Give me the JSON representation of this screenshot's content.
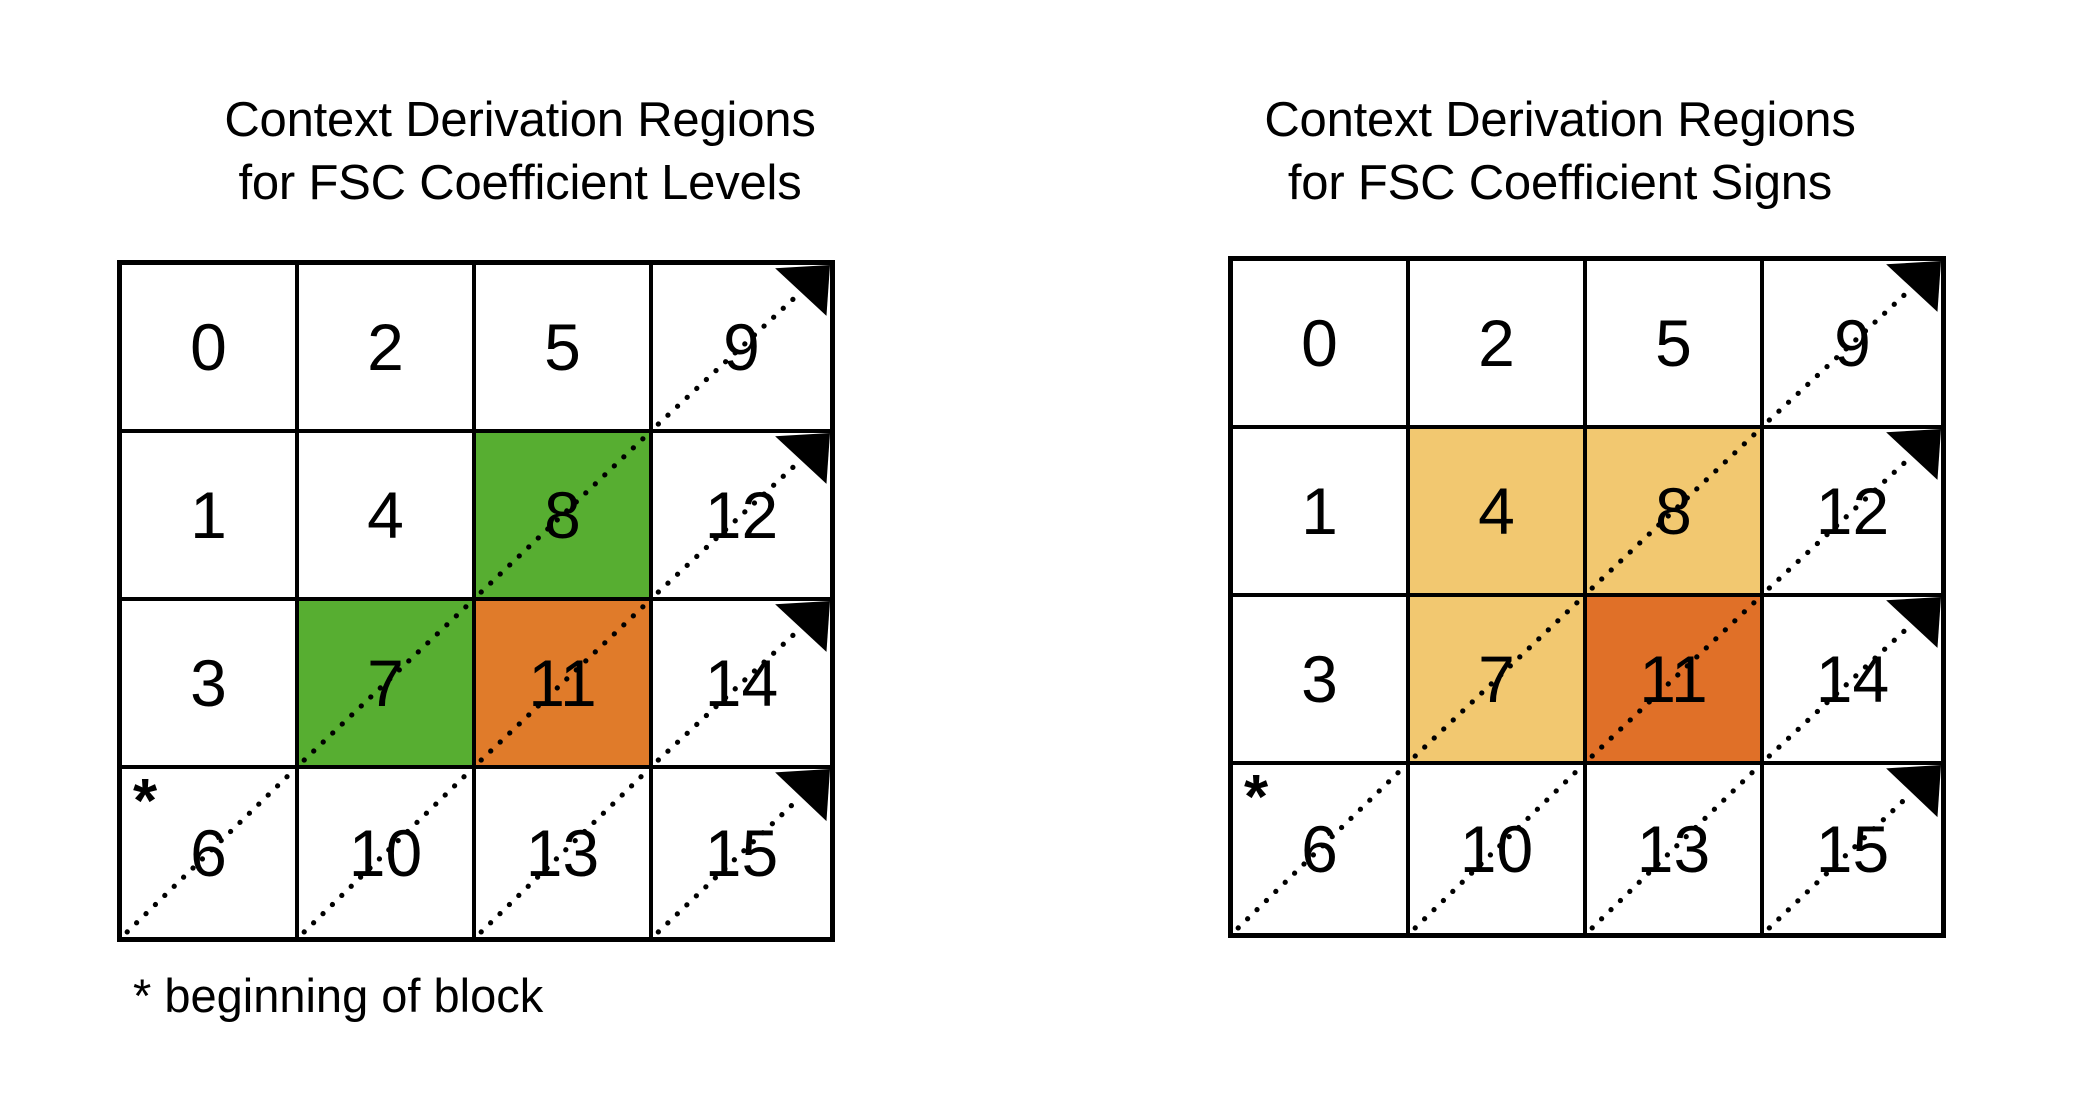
{
  "figure": {
    "background": "#ffffff",
    "grid_line_color": "#000000",
    "colors": {
      "green": "#57AE31",
      "orange": "#E07B2A",
      "tan": "#F2C870",
      "dark_orange": "#E07028",
      "white": "#FFFFFF",
      "text": "#000000"
    }
  },
  "panels": [
    {
      "id": "levels",
      "title": "Context Derivation Regions\nfor FSC Coefficient Levels",
      "title_line1": "Context Derivation Regions",
      "title_line2": "for FSC Coefficient Levels",
      "grid": {
        "rows": 4,
        "cols": 4,
        "cells": [
          {
            "index": 0,
            "label": "0",
            "row": 0,
            "col": 0,
            "fill": "#FFFFFF",
            "diagonal": false,
            "arrow": false,
            "star": false
          },
          {
            "index": 2,
            "label": "2",
            "row": 0,
            "col": 1,
            "fill": "#FFFFFF",
            "diagonal": false,
            "arrow": false,
            "star": false
          },
          {
            "index": 5,
            "label": "5",
            "row": 0,
            "col": 2,
            "fill": "#FFFFFF",
            "diagonal": false,
            "arrow": false,
            "star": false
          },
          {
            "index": 9,
            "label": "9",
            "row": 0,
            "col": 3,
            "fill": "#FFFFFF",
            "diagonal": true,
            "arrow": true,
            "star": false
          },
          {
            "index": 1,
            "label": "1",
            "row": 1,
            "col": 0,
            "fill": "#FFFFFF",
            "diagonal": false,
            "arrow": false,
            "star": false
          },
          {
            "index": 4,
            "label": "4",
            "row": 1,
            "col": 1,
            "fill": "#FFFFFF",
            "diagonal": false,
            "arrow": false,
            "star": false
          },
          {
            "index": 8,
            "label": "8",
            "row": 1,
            "col": 2,
            "fill": "#57AE31",
            "diagonal": true,
            "arrow": false,
            "star": false
          },
          {
            "index": 12,
            "label": "12",
            "row": 1,
            "col": 3,
            "fill": "#FFFFFF",
            "diagonal": true,
            "arrow": true,
            "star": false
          },
          {
            "index": 3,
            "label": "3",
            "row": 2,
            "col": 0,
            "fill": "#FFFFFF",
            "diagonal": false,
            "arrow": false,
            "star": false
          },
          {
            "index": 7,
            "label": "7",
            "row": 2,
            "col": 1,
            "fill": "#57AE31",
            "diagonal": true,
            "arrow": false,
            "star": false
          },
          {
            "index": 11,
            "label": "11",
            "row": 2,
            "col": 2,
            "fill": "#E07B2A",
            "diagonal": true,
            "arrow": false,
            "star": false
          },
          {
            "index": 14,
            "label": "14",
            "row": 2,
            "col": 3,
            "fill": "#FFFFFF",
            "diagonal": true,
            "arrow": true,
            "star": false
          },
          {
            "index": 6,
            "label": "6",
            "row": 3,
            "col": 0,
            "fill": "#FFFFFF",
            "diagonal": true,
            "arrow": false,
            "star": true
          },
          {
            "index": 10,
            "label": "10",
            "row": 3,
            "col": 1,
            "fill": "#FFFFFF",
            "diagonal": true,
            "arrow": false,
            "star": false
          },
          {
            "index": 13,
            "label": "13",
            "row": 3,
            "col": 2,
            "fill": "#FFFFFF",
            "diagonal": true,
            "arrow": false,
            "star": false
          },
          {
            "index": 15,
            "label": "15",
            "row": 3,
            "col": 3,
            "fill": "#FFFFFF",
            "diagonal": true,
            "arrow": true,
            "star": false
          }
        ]
      },
      "footnote": "* beginning of block",
      "star_symbol": "*"
    },
    {
      "id": "signs",
      "title": "Context Derivation Regions\nfor FSC Coefficient Signs",
      "title_line1": "Context Derivation Regions",
      "title_line2": "for FSC Coefficient Signs",
      "grid": {
        "rows": 4,
        "cols": 4,
        "cells": [
          {
            "index": 0,
            "label": "0",
            "row": 0,
            "col": 0,
            "fill": "#FFFFFF",
            "diagonal": false,
            "arrow": false,
            "star": false
          },
          {
            "index": 2,
            "label": "2",
            "row": 0,
            "col": 1,
            "fill": "#FFFFFF",
            "diagonal": false,
            "arrow": false,
            "star": false
          },
          {
            "index": 5,
            "label": "5",
            "row": 0,
            "col": 2,
            "fill": "#FFFFFF",
            "diagonal": false,
            "arrow": false,
            "star": false
          },
          {
            "index": 9,
            "label": "9",
            "row": 0,
            "col": 3,
            "fill": "#FFFFFF",
            "diagonal": true,
            "arrow": true,
            "star": false
          },
          {
            "index": 1,
            "label": "1",
            "row": 1,
            "col": 0,
            "fill": "#FFFFFF",
            "diagonal": false,
            "arrow": false,
            "star": false
          },
          {
            "index": 4,
            "label": "4",
            "row": 1,
            "col": 1,
            "fill": "#F2C870",
            "diagonal": false,
            "arrow": false,
            "star": false
          },
          {
            "index": 8,
            "label": "8",
            "row": 1,
            "col": 2,
            "fill": "#F2C870",
            "diagonal": true,
            "arrow": false,
            "star": false
          },
          {
            "index": 12,
            "label": "12",
            "row": 1,
            "col": 3,
            "fill": "#FFFFFF",
            "diagonal": true,
            "arrow": true,
            "star": false
          },
          {
            "index": 3,
            "label": "3",
            "row": 2,
            "col": 0,
            "fill": "#FFFFFF",
            "diagonal": false,
            "arrow": false,
            "star": false
          },
          {
            "index": 7,
            "label": "7",
            "row": 2,
            "col": 1,
            "fill": "#F2C870",
            "diagonal": true,
            "arrow": false,
            "star": false
          },
          {
            "index": 11,
            "label": "11",
            "row": 2,
            "col": 2,
            "fill": "#E07028",
            "diagonal": true,
            "arrow": false,
            "star": false
          },
          {
            "index": 14,
            "label": "14",
            "row": 2,
            "col": 3,
            "fill": "#FFFFFF",
            "diagonal": true,
            "arrow": true,
            "star": false
          },
          {
            "index": 6,
            "label": "6",
            "row": 3,
            "col": 0,
            "fill": "#FFFFFF",
            "diagonal": true,
            "arrow": false,
            "star": true
          },
          {
            "index": 10,
            "label": "10",
            "row": 3,
            "col": 1,
            "fill": "#FFFFFF",
            "diagonal": true,
            "arrow": false,
            "star": false
          },
          {
            "index": 13,
            "label": "13",
            "row": 3,
            "col": 2,
            "fill": "#FFFFFF",
            "diagonal": true,
            "arrow": false,
            "star": false
          },
          {
            "index": 15,
            "label": "15",
            "row": 3,
            "col": 3,
            "fill": "#FFFFFF",
            "diagonal": true,
            "arrow": true,
            "star": false
          }
        ]
      },
      "footnote": null,
      "star_symbol": "*"
    }
  ]
}
